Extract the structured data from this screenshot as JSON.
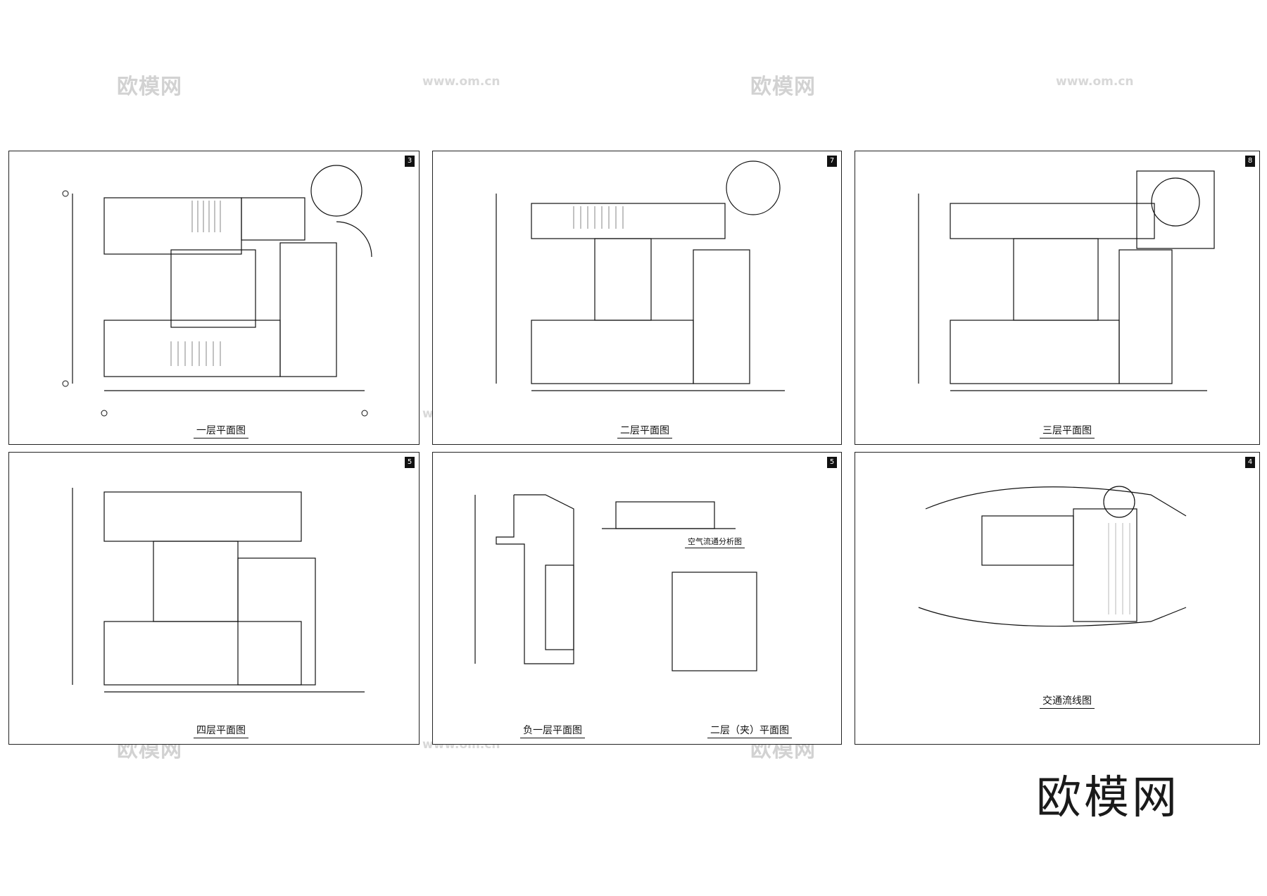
{
  "brand": "欧模网",
  "watermark_text": "欧模网",
  "watermark_url": "www.om.cn",
  "sheets": [
    {
      "number": "3",
      "caption": "一层平面图"
    },
    {
      "number": "7",
      "caption": "二层平面图"
    },
    {
      "number": "8",
      "caption": "三层平面图"
    },
    {
      "number": "5",
      "caption": "四层平面图"
    },
    {
      "number": "5",
      "caption": "负一层平面图",
      "caption2": "二层（夹）平面图",
      "caption3": "空气流通分析图"
    },
    {
      "number": "4",
      "caption": "交通流线图"
    }
  ]
}
